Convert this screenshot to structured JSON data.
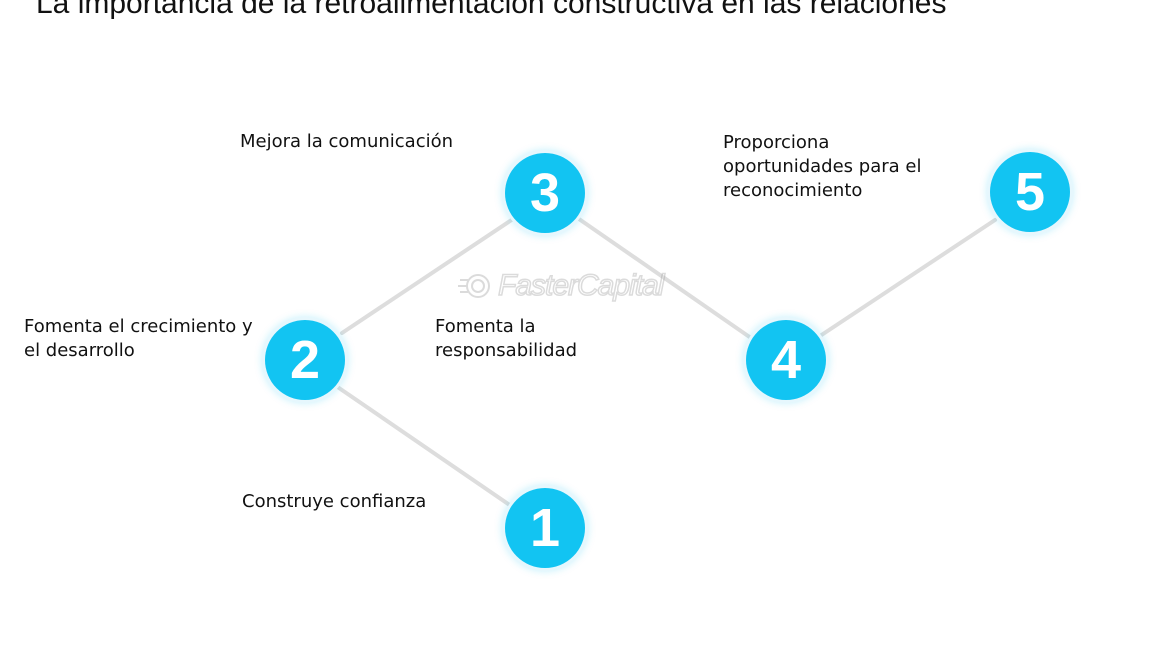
{
  "title": "La importancia de la retroalimentación constructiva en las relaciones",
  "colors": {
    "node_fill": "#12c4f2",
    "connector": "#dddddd"
  },
  "steps": [
    {
      "number": "1",
      "label": "Construye confianza"
    },
    {
      "number": "2",
      "label": "Fomenta el crecimiento y el desarrollo"
    },
    {
      "number": "3",
      "label": "Mejora la comunicación"
    },
    {
      "number": "4",
      "label": "Fomenta la responsabilidad"
    },
    {
      "number": "5",
      "label": "Proporciona oportunidades para el reconocimiento"
    }
  ],
  "watermark": {
    "text": "FasterCapital",
    "icon": "fastercapital-logo-icon"
  }
}
